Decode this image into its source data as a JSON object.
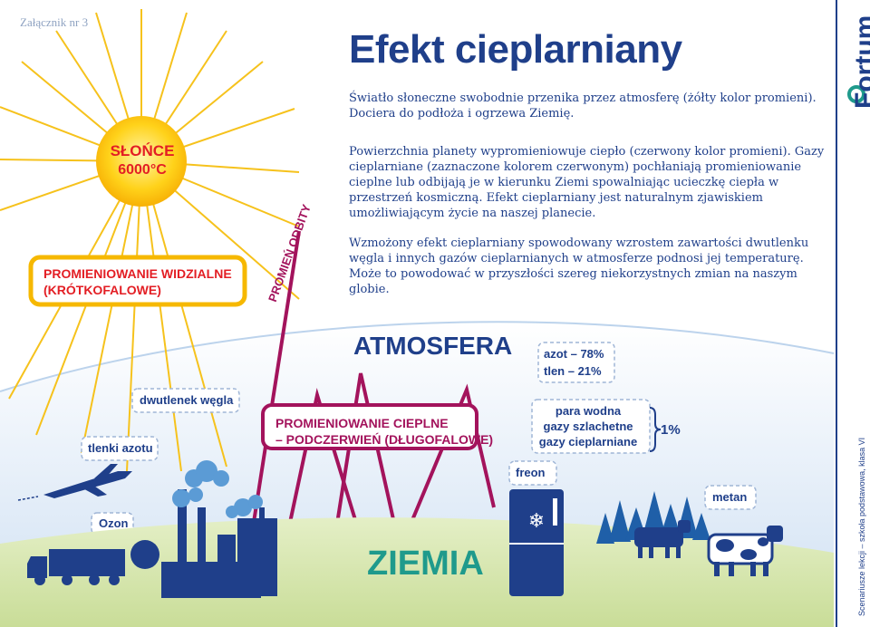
{
  "header": {
    "annex": "Załącznik nr 3",
    "title": "Efekt cieplarniany"
  },
  "paragraphs": [
    "Światło słoneczne swobodnie przenika przez atmosferę (żółty kolor promieni). Dociera do podłoża i ogrzewa Ziemię.",
    "Powierzchnia planety wypromieniowuje ciepło (czerwony kolor promieni). Gazy cieplarniane (zaznaczone kolorem czerwonym) pochłaniają promieniowanie cieplne lub odbijają je w kierunku Ziemi spowalniając ucieczkę ciepła w przestrzeń kosmiczną. Efekt cieplarniany jest naturalnym zjawiskiem umożliwiającym życie na naszej planecie.",
    "Wzmożony efekt cieplarniany spowodowany wzrostem zawartości dwutlenku węgla i innych gazów cieplarnianych w atmosferze podnosi jej temperaturę. Może to powodować w przyszłości szereg niekorzystnych zmian na naszym globie."
  ],
  "sun": {
    "name": "SŁOŃCE",
    "temperature": "6000°C"
  },
  "labels": {
    "visible_line1": "PROMIENIOWANIE WIDZIALNE",
    "visible_line2": "(KRÓTKOFALOWE)",
    "reflected": "PROMIEŃ ODBITY",
    "atmosphere": "ATMOSFERA",
    "thermal_line1": "PROMIENIOWANIE CIEPLNE",
    "thermal_line2": "– PODCZERWIEŃ (DŁUGOFALOWE)",
    "earth": "ZIEMIA"
  },
  "gases": {
    "nitrogen": "azot – 78%",
    "oxygen": "tlen – 21%",
    "co2": "dwutlenek węgla",
    "nox": "tlenki azotu",
    "ozone": "Ozon",
    "freon": "freon",
    "methane": "metan",
    "others": [
      "para wodna",
      "gazy szlachetne",
      "gazy cieplarniane"
    ],
    "others_pct": "1%"
  },
  "brand": {
    "logo": "Fortum",
    "footer": "Scenariusze lekcji – szkoła podstawowa, klasa VI"
  },
  "colors": {
    "navy": "#1f3f8a",
    "red": "#e31e24",
    "magenta": "#a3135c",
    "sun": "#f5b800",
    "sky": "#dbe9f6",
    "grass": "#cfe1a3"
  }
}
